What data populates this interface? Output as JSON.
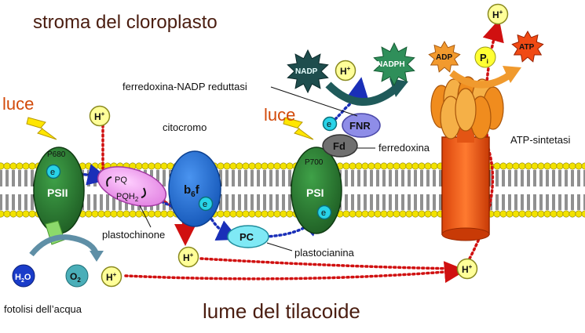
{
  "labels": {
    "stroma": "stroma del cloroplasto",
    "lumen": "lume del tilacoide",
    "luce_left": "luce",
    "luce_right": "luce",
    "fotolisi": "fotolisi dell’acqua",
    "plastochinone": "plastochinone",
    "citocromo": "citocromo",
    "plastocianina": "plastocianina",
    "ferredossina": "ferredoxina",
    "fnr_enzyme": "ferredoxina-NADP reduttasi",
    "atp_sintetasi": "ATP-sintetasi"
  },
  "molecules": {
    "p680": "P680",
    "psii": "PSII",
    "p700": "P700",
    "psi": "PSI",
    "e": "e",
    "pq": "PQ",
    "pqh2": "PQH",
    "pqh2_sub": "2",
    "b6f": "b",
    "b6f_sub": "6",
    "b6f_f": "f",
    "pc": "PC",
    "fd": "Fd",
    "fnr": "FNR",
    "h": "H",
    "h_sup": "+",
    "h2o": "H",
    "h2o_sub": "2",
    "h2o_o": "O",
    "o2": "O",
    "o2_sub": "2",
    "nadp": "NADP",
    "nadph": "NADPH",
    "adp": "ADP",
    "pi": "P",
    "pi_sub": "i",
    "atp": "ATP"
  },
  "colors": {
    "membrane_head": "#f2e200",
    "photosystem": "#2e7d32",
    "cytochrome": "#1e6fd9",
    "plastoquinone": "#f29cf0",
    "plastocyanin": "#7fe9f5",
    "fnr": "#8e8de8",
    "ferredoxin": "#707070",
    "atp_synthase_head": "#f29a2e",
    "atp_synthase_stalk": "#f05a14",
    "proton": "#ffff99",
    "electron_path": "#1a2fb8",
    "proton_path": "#d01010"
  }
}
